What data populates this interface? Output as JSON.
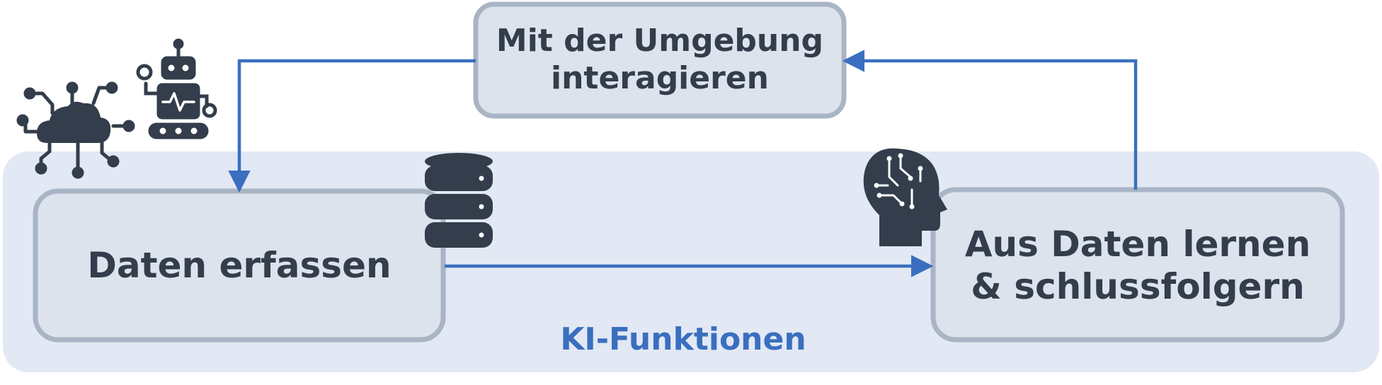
{
  "diagram": {
    "nodes": {
      "interact": "Mit der Umgebung interagieren",
      "collect": "Daten erfassen",
      "learn": "Aus Daten lernen & schlussfolgern"
    },
    "group_label": "KI-Funktionen",
    "edges": [
      {
        "from": "interact",
        "to": "collect"
      },
      {
        "from": "collect",
        "to": "learn"
      },
      {
        "from": "learn",
        "to": "interact"
      }
    ],
    "icons": [
      "cloud-network-icon",
      "robot-icon",
      "database-icon",
      "ai-head-icon"
    ],
    "colors": {
      "group_fill": "#e2e8f4",
      "box_fill": "#dde3ec",
      "box_stroke": "#a9b4c5",
      "arrow": "#3a6fbf",
      "text": "#333d4b",
      "group_text": "#3a6fbf",
      "icon": "#333d4b"
    }
  }
}
